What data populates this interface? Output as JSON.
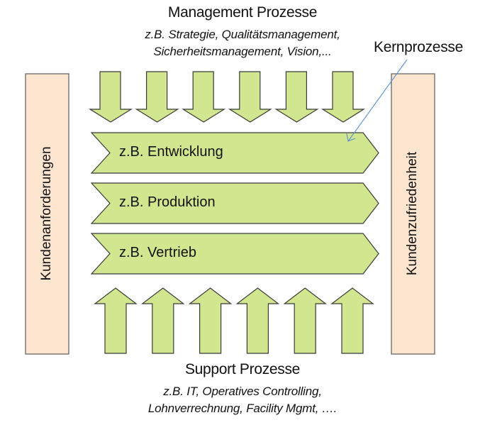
{
  "colors": {
    "process_fill": "#d2e68f",
    "process_stroke": "#3a3a3a",
    "side_fill": "#fde5d0",
    "side_stroke": "#5a5a5a",
    "callout_line": "#5b8fd0"
  },
  "management": {
    "title": "Management Prozesse",
    "subtitle_lines": [
      "z.B. Strategie, Qualitätsmanagement,",
      "Sicherheitsmanagement, Vision,..."
    ],
    "arrow_count": 6
  },
  "core": {
    "callout_label": "Kernprozesse",
    "items": [
      {
        "label": "z.B. Entwicklung"
      },
      {
        "label": "z.B. Produktion"
      },
      {
        "label": "z.B. Vertrieb"
      }
    ]
  },
  "support": {
    "title": "Support Prozesse",
    "subtitle_lines": [
      "z.B. IT, Operatives  Controlling,",
      "Lohnverrechnung, Facility Mgmt, …."
    ],
    "arrow_count": 6
  },
  "sides": {
    "left": "Kundenanforderungen",
    "right": "Kundenzufriedenheit"
  }
}
